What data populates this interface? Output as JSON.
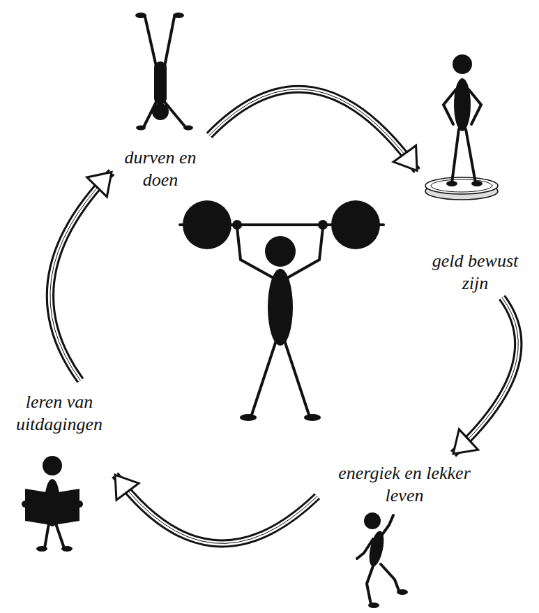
{
  "diagram": {
    "nodes": [
      {
        "text": [
          "durven en doen"
        ]
      },
      {
        "text": [
          "geld bewust zijn"
        ]
      },
      {
        "text": [
          "energiek en lekker leven"
        ]
      },
      {
        "text": [
          "leren van uitdagingen"
        ]
      }
    ],
    "edges": [
      {
        "from": 0,
        "to": 1,
        "arrow": "to"
      },
      {
        "from": 1,
        "to": 2,
        "arrow": "to"
      },
      {
        "from": 2,
        "to": 3,
        "arrow": "to"
      },
      {
        "from": 3,
        "to": 0,
        "arrow": "to"
      }
    ]
  }
}
